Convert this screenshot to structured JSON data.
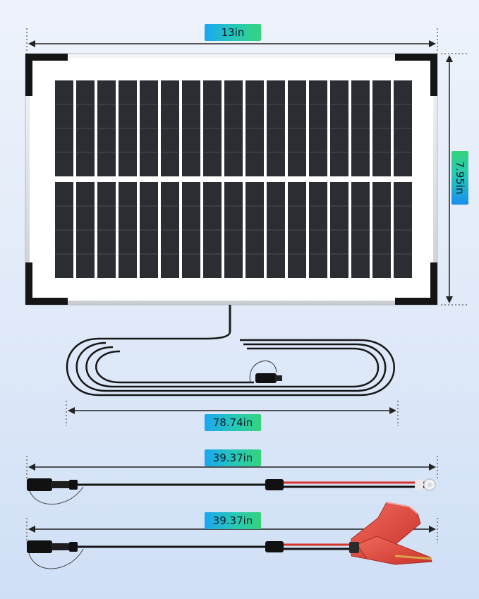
{
  "dimensions": {
    "panel_width": "13in",
    "panel_height": "7.95in",
    "panel_cable_length": "78.74in",
    "ring_terminal_cable_length": "39.37in",
    "alligator_clip_cable_length": "39.37in"
  },
  "colors": {
    "badge_blue": "#1aa7f0",
    "badge_green": "#34d37d",
    "panel_cell": "#2a2d31",
    "frame_corner": "#151515",
    "positive_wire": "#d7322c",
    "clip_red": "#e1463b"
  }
}
